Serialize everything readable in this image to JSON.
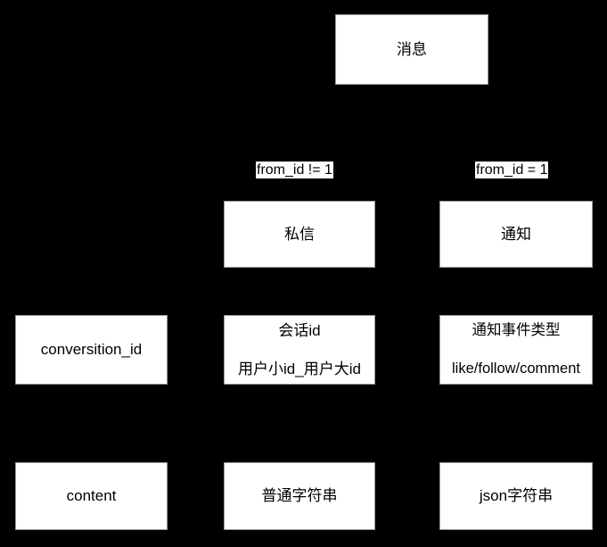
{
  "diagram": {
    "background_color": "#000000",
    "node_fill_color": "#ffffff",
    "node_border_color": "#9a9a9a",
    "text_color": "#000000",
    "root": {
      "name": "message-node",
      "label": "消息"
    },
    "edge_labels": [
      {
        "name": "edge-label-private-message",
        "text": "from_id != 1"
      },
      {
        "name": "edge-label-notification",
        "text": "from_id = 1"
      }
    ],
    "branches": [
      {
        "name": "private-message-node",
        "label": "私信"
      },
      {
        "name": "notification-node",
        "label": "通知"
      }
    ],
    "field_rows": [
      {
        "name": "conversation-id-row",
        "field": {
          "name": "field-conversition-id",
          "lines": [
            "conversition_id"
          ]
        },
        "private_message": {
          "name": "private-message-conversation-id",
          "lines": [
            "会话id",
            "用户小id_用户大id"
          ]
        },
        "notification": {
          "name": "notification-event-type",
          "lines": [
            "通知事件类型",
            "like/follow/comment"
          ]
        }
      },
      {
        "name": "content-row",
        "field": {
          "name": "field-content",
          "lines": [
            "content"
          ]
        },
        "private_message": {
          "name": "private-message-content-type",
          "lines": [
            "普通字符串"
          ]
        },
        "notification": {
          "name": "notification-content-type",
          "lines": [
            "json字符串"
          ]
        }
      }
    ]
  }
}
